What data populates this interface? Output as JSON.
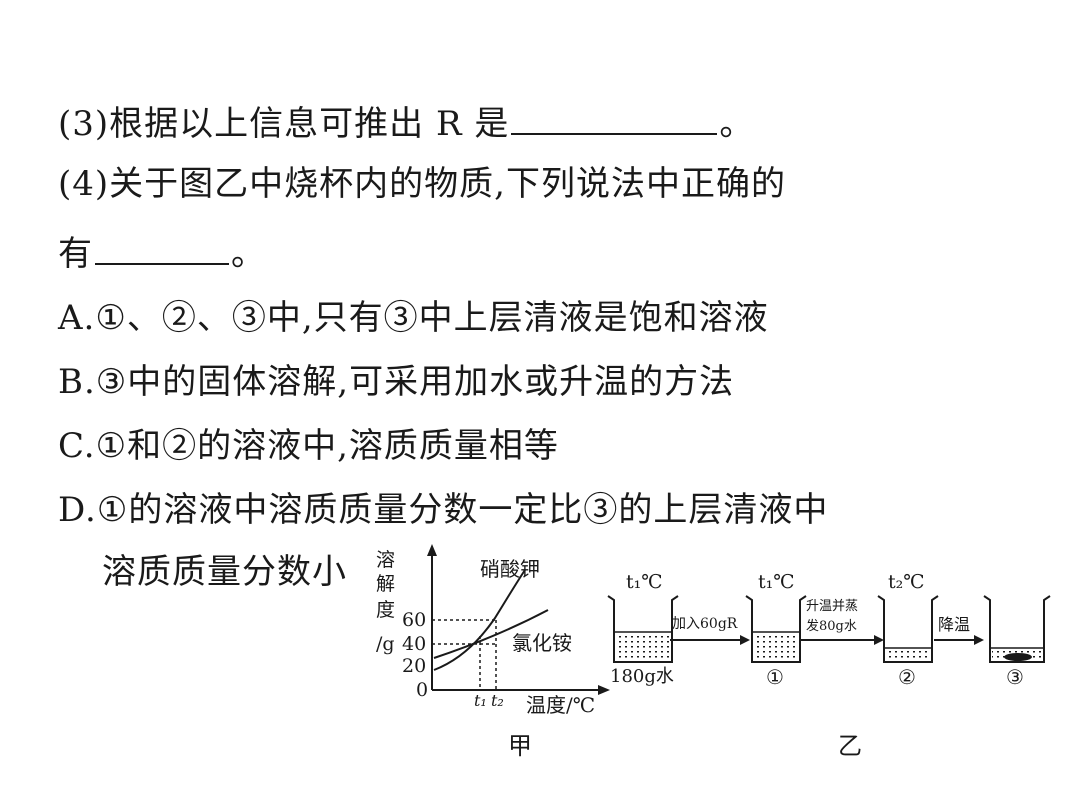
{
  "q3": {
    "text": "(3)根据以上信息可推出 R 是",
    "end": "。"
  },
  "q4": {
    "line1": "(4)关于图乙中烧杯内的物质,下列说法中正确的",
    "line2": "有",
    "end": "。"
  },
  "options": [
    {
      "label": "A.",
      "text": "①、②、③中,只有③中上层清液是饱和溶液"
    },
    {
      "label": "B.",
      "text": "③中的固体溶解,可采用加水或升温的方法"
    },
    {
      "label": "C.",
      "text": "①和②的溶液中,溶质质量相等"
    },
    {
      "label": "D.",
      "text": "①的溶液中溶质质量分数一定比③的上层清液中",
      "text2": "溶质质量分数小"
    }
  ],
  "figure_jia": {
    "caption": "甲",
    "ylabel": [
      "溶",
      "解",
      "度",
      "/g"
    ],
    "yticks": [
      "60",
      "40",
      "20"
    ],
    "origin": "0",
    "xlabel": "温度/℃",
    "curve1": "硝酸钾",
    "curve2": "氯化铵",
    "xticks": [
      "t₁",
      "t₂"
    ]
  },
  "figure_yi": {
    "caption": "乙",
    "temp1": "t₁℃",
    "temp2": "t₁℃",
    "temp3": "t₂℃",
    "arrow1": "加入60gR",
    "arrow2_line1": "升温并蒸",
    "arrow2_line2": "发80g水",
    "arrow3": "降温",
    "beaker0": "180g水",
    "beaker1": "①",
    "beaker2": "②",
    "beaker3": "③"
  }
}
